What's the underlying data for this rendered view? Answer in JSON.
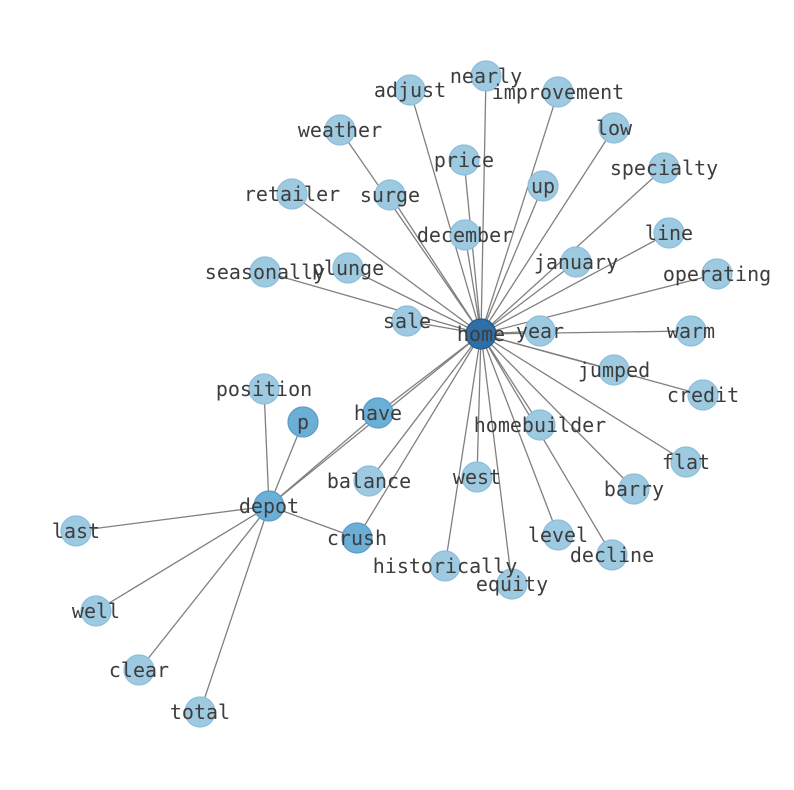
{
  "colors": {
    "node_light": "#9ecae1",
    "node_mid": "#6baed6",
    "node_dark": "#2f6fa8",
    "edge": "#808080",
    "label": "#3d3d3d"
  },
  "hubs": [
    "home",
    "depot"
  ],
  "nodes": [
    {
      "id": "home",
      "label": "home",
      "tone": "dark"
    },
    {
      "id": "depot",
      "label": "depot",
      "tone": "mid"
    },
    {
      "id": "nearly",
      "label": "nearly",
      "tone": "light"
    },
    {
      "id": "adjust",
      "label": "adjust",
      "tone": "light"
    },
    {
      "id": "improvement",
      "label": "improvement",
      "tone": "light"
    },
    {
      "id": "low",
      "label": "low",
      "tone": "light"
    },
    {
      "id": "weather",
      "label": "weather",
      "tone": "light"
    },
    {
      "id": "price",
      "label": "price",
      "tone": "light"
    },
    {
      "id": "specialty",
      "label": "specialty",
      "tone": "light"
    },
    {
      "id": "up",
      "label": "up",
      "tone": "light"
    },
    {
      "id": "retailer",
      "label": "retailer",
      "tone": "light"
    },
    {
      "id": "surge",
      "label": "surge",
      "tone": "light"
    },
    {
      "id": "line",
      "label": "line",
      "tone": "light"
    },
    {
      "id": "december",
      "label": "december",
      "tone": "light"
    },
    {
      "id": "january",
      "label": "january",
      "tone": "light"
    },
    {
      "id": "plunge",
      "label": "plunge",
      "tone": "light"
    },
    {
      "id": "seasonally",
      "label": "seasonally",
      "tone": "light"
    },
    {
      "id": "operating",
      "label": "operating",
      "tone": "light"
    },
    {
      "id": "sale",
      "label": "sale",
      "tone": "light"
    },
    {
      "id": "year",
      "label": "year",
      "tone": "light"
    },
    {
      "id": "warm",
      "label": "warm",
      "tone": "light"
    },
    {
      "id": "jumped",
      "label": "jumped",
      "tone": "light"
    },
    {
      "id": "credit",
      "label": "credit",
      "tone": "light"
    },
    {
      "id": "position",
      "label": "position",
      "tone": "light"
    },
    {
      "id": "p",
      "label": "p",
      "tone": "mid"
    },
    {
      "id": "have",
      "label": "have",
      "tone": "mid"
    },
    {
      "id": "homebuilder",
      "label": "homebuilder",
      "tone": "light"
    },
    {
      "id": "flat",
      "label": "flat",
      "tone": "light"
    },
    {
      "id": "west",
      "label": "west",
      "tone": "light"
    },
    {
      "id": "balance",
      "label": "balance",
      "tone": "light"
    },
    {
      "id": "barry",
      "label": "barry",
      "tone": "light"
    },
    {
      "id": "crush",
      "label": "crush",
      "tone": "mid"
    },
    {
      "id": "level",
      "label": "level",
      "tone": "light"
    },
    {
      "id": "decline",
      "label": "decline",
      "tone": "light"
    },
    {
      "id": "historically",
      "label": "historically",
      "tone": "light"
    },
    {
      "id": "equity",
      "label": "equity",
      "tone": "light"
    },
    {
      "id": "last",
      "label": "last",
      "tone": "light"
    },
    {
      "id": "well",
      "label": "well",
      "tone": "light"
    },
    {
      "id": "clear",
      "label": "clear",
      "tone": "light"
    },
    {
      "id": "total",
      "label": "total",
      "tone": "light"
    }
  ],
  "edges": [
    [
      "home",
      "nearly"
    ],
    [
      "home",
      "adjust"
    ],
    [
      "home",
      "improvement"
    ],
    [
      "home",
      "low"
    ],
    [
      "home",
      "weather"
    ],
    [
      "home",
      "price"
    ],
    [
      "home",
      "specialty"
    ],
    [
      "home",
      "up"
    ],
    [
      "home",
      "retailer"
    ],
    [
      "home",
      "surge"
    ],
    [
      "home",
      "line"
    ],
    [
      "home",
      "december"
    ],
    [
      "home",
      "january"
    ],
    [
      "home",
      "plunge"
    ],
    [
      "home",
      "seasonally"
    ],
    [
      "home",
      "operating"
    ],
    [
      "home",
      "sale"
    ],
    [
      "home",
      "year"
    ],
    [
      "home",
      "warm"
    ],
    [
      "home",
      "jumped"
    ],
    [
      "home",
      "credit"
    ],
    [
      "home",
      "have"
    ],
    [
      "home",
      "homebuilder"
    ],
    [
      "home",
      "flat"
    ],
    [
      "home",
      "west"
    ],
    [
      "home",
      "balance"
    ],
    [
      "home",
      "barry"
    ],
    [
      "home",
      "crush"
    ],
    [
      "home",
      "level"
    ],
    [
      "home",
      "decline"
    ],
    [
      "home",
      "historically"
    ],
    [
      "home",
      "equity"
    ],
    [
      "home",
      "depot"
    ],
    [
      "depot",
      "position"
    ],
    [
      "depot",
      "p"
    ],
    [
      "depot",
      "have"
    ],
    [
      "depot",
      "crush"
    ],
    [
      "depot",
      "last"
    ],
    [
      "depot",
      "well"
    ],
    [
      "depot",
      "clear"
    ],
    [
      "depot",
      "total"
    ]
  ]
}
